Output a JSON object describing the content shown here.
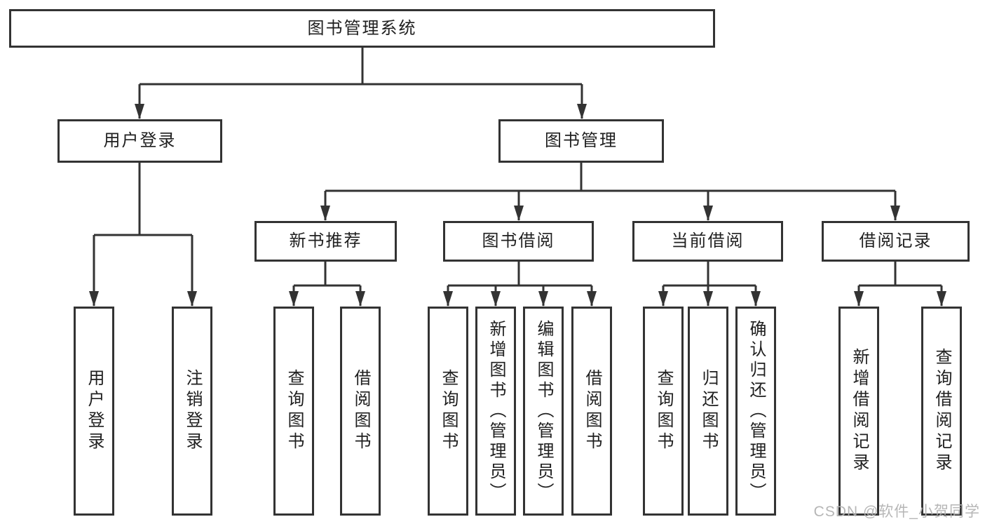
{
  "diagram": {
    "type": "hierarchy-tree",
    "root": {
      "label": "图书管理系统"
    },
    "children": [
      {
        "label": "用户登录",
        "children": [
          {
            "label": "用户登录"
          },
          {
            "label": "注销登录"
          }
        ]
      },
      {
        "label": "图书管理",
        "children": [
          {
            "label": "新书推荐",
            "children": [
              {
                "label": "查询图书"
              },
              {
                "label": "借阅图书"
              }
            ]
          },
          {
            "label": "图书借阅",
            "children": [
              {
                "label": "查询图书"
              },
              {
                "label": "新增图书（管理员）"
              },
              {
                "label": "编辑图书（管理员）"
              },
              {
                "label": "借阅图书"
              }
            ]
          },
          {
            "label": "当前借阅",
            "children": [
              {
                "label": "查询图书"
              },
              {
                "label": "归还图书"
              },
              {
                "label": "确认归还（管理员）"
              }
            ]
          },
          {
            "label": "借阅记录",
            "children": [
              {
                "label": "新增借阅记录"
              },
              {
                "label": "查询借阅记录"
              }
            ]
          }
        ]
      }
    ]
  },
  "colors": {
    "line": "#333333",
    "text": "#1f1f1f",
    "background": "#ffffff",
    "watermark": "#b3b3b3"
  },
  "watermark": "CSDN @软件_小贺同学"
}
